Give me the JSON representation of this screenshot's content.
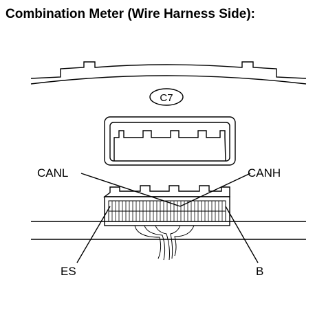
{
  "heading": "Combination Meter (Wire Harness Side):",
  "connector_code": "C7",
  "pins": {
    "canl": "CANL",
    "canh": "CANH",
    "es": "ES",
    "b": "B"
  }
}
